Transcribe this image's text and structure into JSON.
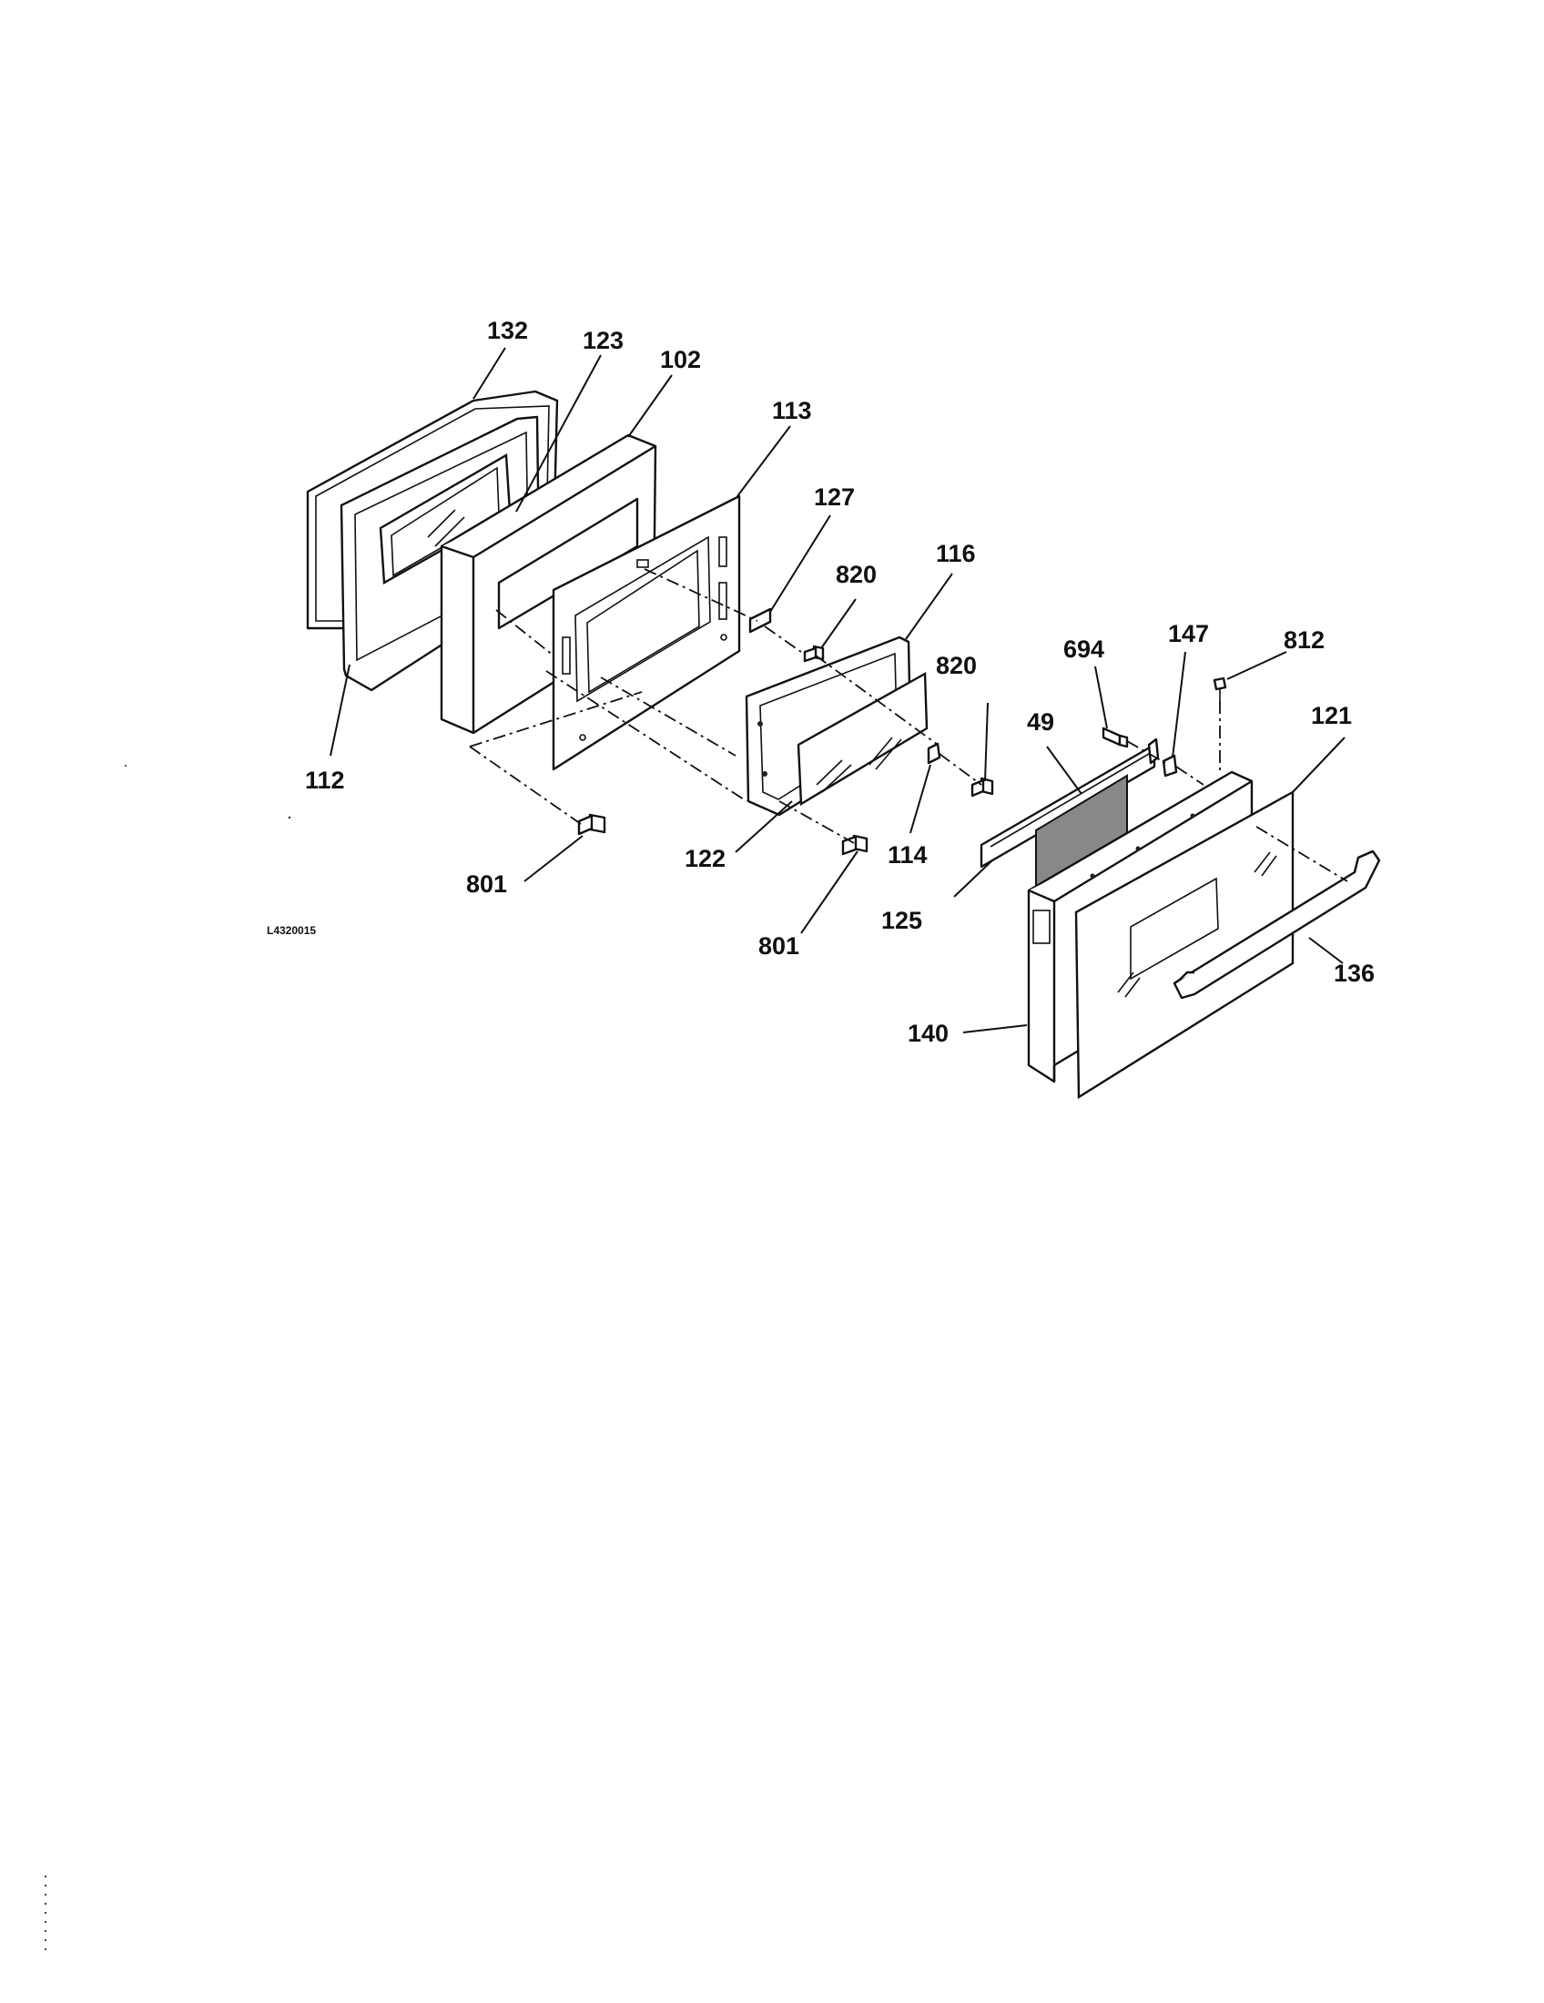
{
  "callouts": {
    "c132": "132",
    "c123": "123",
    "c102": "102",
    "c113": "113",
    "c127": "127",
    "c820a": "820",
    "c116": "116",
    "c820b": "820",
    "c694": "694",
    "c147": "147",
    "c812": "812",
    "c121": "121",
    "c49": "49",
    "c112": "112",
    "c801a": "801",
    "c122": "122",
    "c114": "114",
    "c801b": "801",
    "c125": "125",
    "c136": "136",
    "c140": "140"
  },
  "diagram_code": "L4320015"
}
